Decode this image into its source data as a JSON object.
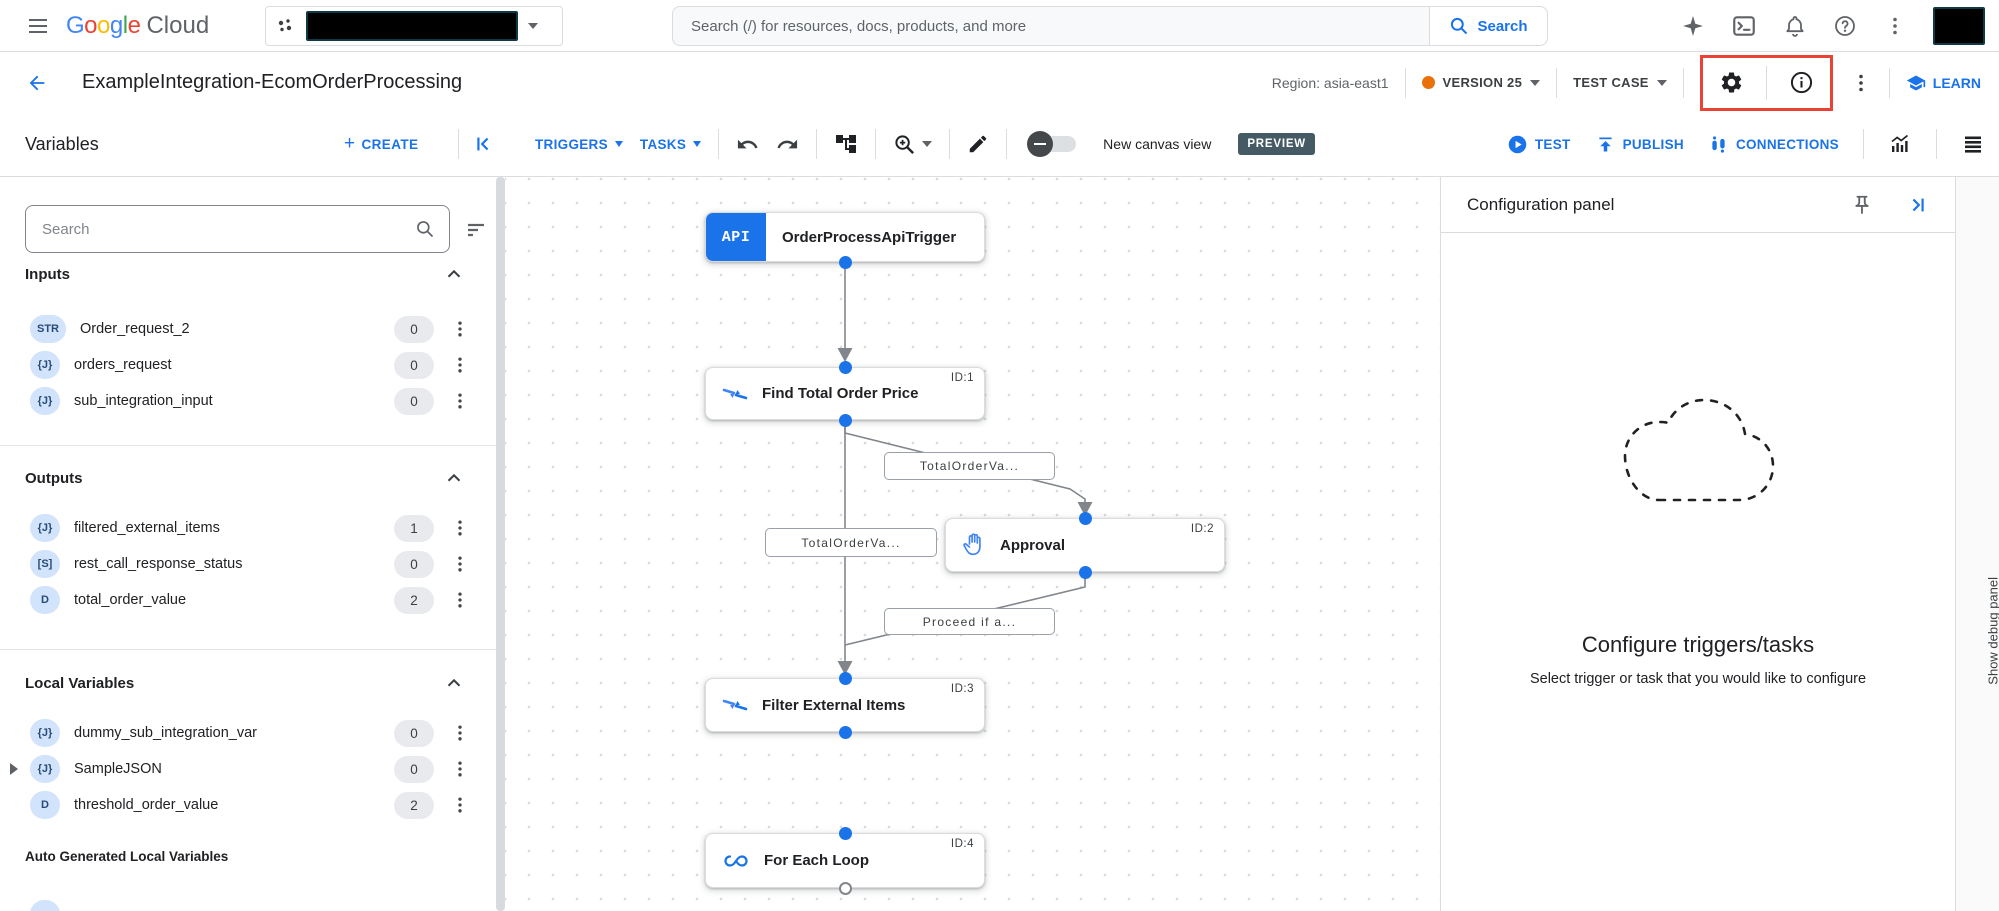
{
  "topbar": {
    "logo_letters": [
      "G",
      "o",
      "o",
      "g",
      "l",
      "e"
    ],
    "logo_cloud": "Cloud",
    "search_placeholder": "Search (/) for resources, docs, products, and more",
    "search_button": "Search"
  },
  "titlebar": {
    "title": "ExampleIntegration-EcomOrderProcessing",
    "region_label": "Region: asia-east1",
    "version_label": "VERSION 25",
    "test_case_label": "TEST CASE",
    "learn_label": "LEARN"
  },
  "toolbar": {
    "variables_title": "Variables",
    "create_label": "CREATE",
    "triggers_label": "TRIGGERS",
    "tasks_label": "TASKS",
    "canvas_toggle_label": "New canvas view",
    "preview_badge": "PREVIEW",
    "test_label": "TEST",
    "publish_label": "PUBLISH",
    "connections_label": "CONNECTIONS"
  },
  "sidebar": {
    "search_placeholder": "Search",
    "sections": [
      {
        "title": "Inputs",
        "items": [
          {
            "type": "STR",
            "name": "Order_request_2",
            "count": "0"
          },
          {
            "type": "{J}",
            "name": "orders_request",
            "count": "0"
          },
          {
            "type": "{J}",
            "name": "sub_integration_input",
            "count": "0"
          }
        ]
      },
      {
        "title": "Outputs",
        "items": [
          {
            "type": "{J}",
            "name": "filtered_external_items",
            "count": "1"
          },
          {
            "type": "[S]",
            "name": "rest_call_response_status",
            "count": "0"
          },
          {
            "type": "D",
            "name": "total_order_value",
            "count": "2"
          }
        ]
      },
      {
        "title": "Local Variables",
        "items": [
          {
            "type": "{J}",
            "name": "dummy_sub_integration_var",
            "count": "0"
          },
          {
            "type": "{J}",
            "name": "SampleJSON",
            "count": "0"
          },
          {
            "type": "D",
            "name": "threshold_order_value",
            "count": "2"
          }
        ]
      }
    ],
    "auto_generated_title": "Auto Generated Local Variables"
  },
  "canvas": {
    "nodes": [
      {
        "id": "",
        "title": "OrderProcessApiTrigger",
        "badge": "API",
        "icon": "api-trigger"
      },
      {
        "id": "ID:1",
        "title": "Find Total Order Price",
        "icon": "data-mapping"
      },
      {
        "id": "ID:2",
        "title": "Approval",
        "icon": "approval-hand"
      },
      {
        "id": "ID:3",
        "title": "Filter External Items",
        "icon": "data-mapping"
      },
      {
        "id": "ID:4",
        "title": "For Each Loop",
        "icon": "loop"
      }
    ],
    "edge_labels": [
      "TotalOrderVa...",
      "TotalOrderVa...",
      "Proceed if a..."
    ]
  },
  "config_panel": {
    "title": "Configuration panel",
    "empty_title": "Configure triggers/tasks",
    "empty_subtitle": "Select trigger or task that you would like to configure"
  },
  "debug_panel": {
    "label": "Show debug panel"
  },
  "icons": [
    "hamburger-menu",
    "project-grid",
    "search",
    "gemini-sparkle",
    "cloud-shell",
    "notifications-bell",
    "help",
    "more-vertical",
    "back-arrow",
    "gear",
    "info",
    "learn-school",
    "plus",
    "collapse-left",
    "undo",
    "redo",
    "org-chart",
    "zoom-in",
    "pencil",
    "toggle-off",
    "play",
    "publish-upload",
    "connections",
    "analytics-chart",
    "log-list",
    "sort",
    "chevron-up",
    "kebab",
    "pin",
    "collapse-right",
    "data-mapping",
    "approval-hand",
    "loop",
    "dashed-cloud"
  ],
  "colors": {
    "accent": "#1a73e8",
    "highlight_red": "#ea4335",
    "version_dot": "#e8710a",
    "preview_badge_bg": "#455a64",
    "badge_bg": "#d2e3fc"
  }
}
